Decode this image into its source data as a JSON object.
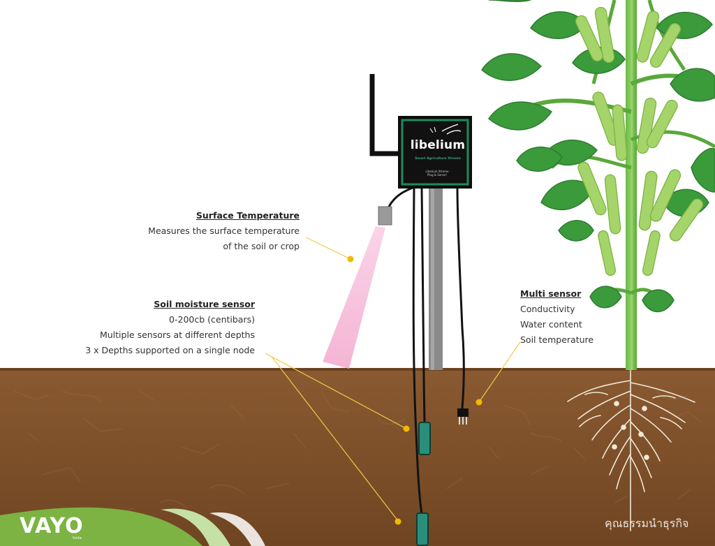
{
  "device": {
    "brand": "libelium",
    "subtitle": "Smart Agriculture Xtreme",
    "secondary_logo": "Libelium Xtreme Plug & Sense!"
  },
  "labels": {
    "surface_temperature": {
      "title": "Surface Temperature",
      "lines": [
        "Measures the surface temperature",
        "of the soil or crop"
      ]
    },
    "soil_moisture": {
      "title": "Soil moisture sensor",
      "lines": [
        "0-200cb (centibars)",
        "Multiple sensors at different depths",
        "3 x Depths supported on a single node"
      ]
    },
    "multi_sensor": {
      "title": "Multi sensor",
      "lines": [
        "Conductivity",
        "Water content",
        "Soil temperature"
      ]
    }
  },
  "branding": {
    "logo": "VAYO",
    "logo_sub": "fonte",
    "footer_thai": "คุณธรรมนำธุรกิจ"
  },
  "colors": {
    "soil": "#85532b",
    "leaf": "#4caf3e",
    "leaf_dark": "#2e7d32",
    "pod": "#9ccc65",
    "device_border": "#1f8a5c",
    "ir_cone": "#f4b8d8",
    "callout_dot": "#f5b800",
    "accent_green": "#8bc34a"
  },
  "icons": {
    "device": "libelium-device-icon",
    "antenna": "antenna-icon",
    "plant": "soybean-plant-icon"
  }
}
